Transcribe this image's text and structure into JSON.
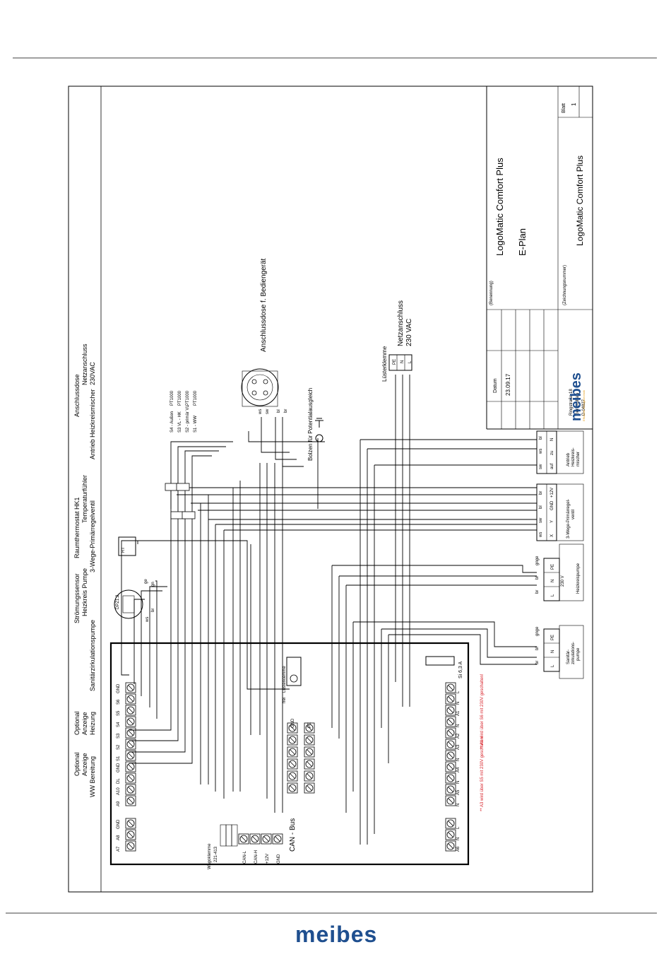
{
  "brand": {
    "name": "meibes",
    "slogan": "Effiziente Energietechnik",
    "color": "#1f4f8f"
  },
  "title_block": {
    "benennung_label": "(Benennung)",
    "title_line1": "LogoMatic Comfort Plus",
    "title_line2": "E-Plan",
    "zeichnungsnummer_label": "(Zeichnungsnummer)",
    "drawing_number": "LogoMatic Comfort Plus",
    "blatt_label": "Blatt",
    "blatt_value": "1",
    "datum_label": "Datum",
    "datum_value": "23.09.17",
    "address": [
      "Ringstraße 18",
      "Gerichshain",
      "D-04827"
    ]
  },
  "top_labels": [
    {
      "id": "wwbereitung",
      "lines": [
        "Optional",
        "Anzeige",
        "WW Bereitung"
      ]
    },
    {
      "id": "heizung",
      "lines": [
        "Optional",
        "Anzeige",
        "Heizung"
      ]
    },
    {
      "id": "zirk",
      "lines": [
        "Sanitärzirkulationspumpe"
      ]
    },
    {
      "id": "strom",
      "lines": [
        "Strömungssensor",
        "Heizkreis Pumpe"
      ]
    },
    {
      "id": "rt",
      "lines": [
        "Raumthermostat HK1"
      ]
    },
    {
      "id": "temp",
      "lines": [
        "Temperaturfühler",
        "3-Wege-Primärregelventil"
      ]
    },
    {
      "id": "antrieb",
      "lines": [
        "Antrieb Heizkreismischer"
      ]
    },
    {
      "id": "dose",
      "lines": [
        "Anschlussdose",
        "Netzanschluss",
        "230VAC"
      ]
    }
  ],
  "sensors": {
    "items": [
      {
        "name": "S4 - Außen",
        "type": "PT1000"
      },
      {
        "name": "S3 VL - HK",
        "type": "PT1000"
      },
      {
        "name": "S2 - primär VL",
        "type": "PT1000"
      },
      {
        "name": "S1 - WW",
        "type": "PT1000"
      }
    ]
  },
  "labels": {
    "anschlussdose": "Anschlussdose f. Bediengerät",
    "bolzen": "Bolzen für Potentialausgleich",
    "lusterklemme_top": "Lüsterklemme",
    "netzanschluss": "Netzanschluss",
    "netz_vac": "230 VAC",
    "dpz": "DPZ1.2",
    "rt": "RT",
    "can_bus": "CAN - Bus",
    "wago": "Wagoklemme",
    "wago_num": "221-413",
    "frei": "frei",
    "lusterklemme_bottom": "Lüsterklemme",
    "fuse": "Si 6,3 A",
    "note1": "** A1 wird über S6 mit 230V geschalten!",
    "note2": "** A3 wird über S5 mit 230V geschalten!",
    "gnd_label": "GND",
    "pe_label": "PE",
    "gnge": "gnge"
  },
  "devices": [
    {
      "id": "antrieb",
      "terminals": [
        "auf",
        "zu",
        "N"
      ],
      "wires": [
        "sw",
        "ws",
        "bl"
      ],
      "label_lines": [
        "Antrieb",
        "Heizkreis-",
        "mischer"
      ]
    },
    {
      "id": "ventil",
      "terminals": [
        "X",
        "Y",
        "GND",
        "+12V"
      ],
      "wires": [
        "ws",
        "sw",
        "bl",
        "br"
      ],
      "label_lines": [
        "3-Wege-Primärregel-",
        "ventil"
      ]
    },
    {
      "id": "heizkreispumpe",
      "terminals": [
        "L",
        "N",
        "PE"
      ],
      "wires": [
        "br",
        "bl",
        "gnge"
      ],
      "label_lines": [
        "230 V",
        "Heizkreispumpe"
      ]
    },
    {
      "id": "sanitaer",
      "terminals": [
        "L",
        "N",
        "PE"
      ],
      "wires": [
        "br",
        "bl",
        "gnge"
      ],
      "label_lines": [
        "Sanitär-",
        "zirkulations-",
        "pumpe"
      ]
    }
  ],
  "terminals": {
    "upper": [
      "A7",
      "A8",
      "GND",
      "A9",
      "A10",
      "DL",
      "GND",
      "S1",
      "S2",
      "S3",
      "S4",
      "S5",
      "S6",
      "GND"
    ],
    "lower_left": [
      "A6",
      "N",
      "L"
    ],
    "lower_right": [
      "N",
      "A5",
      "N",
      "A4",
      "N",
      "A3",
      "A2",
      "N",
      "A1",
      "N",
      "L"
    ],
    "can": [
      "CAN-L",
      "CAN-H",
      "+12V",
      "GND"
    ]
  },
  "wire_colors": {
    "ws": "ws",
    "sw": "sw",
    "bl": "bl",
    "br": "br",
    "gn": "gn",
    "ge": "ge"
  }
}
